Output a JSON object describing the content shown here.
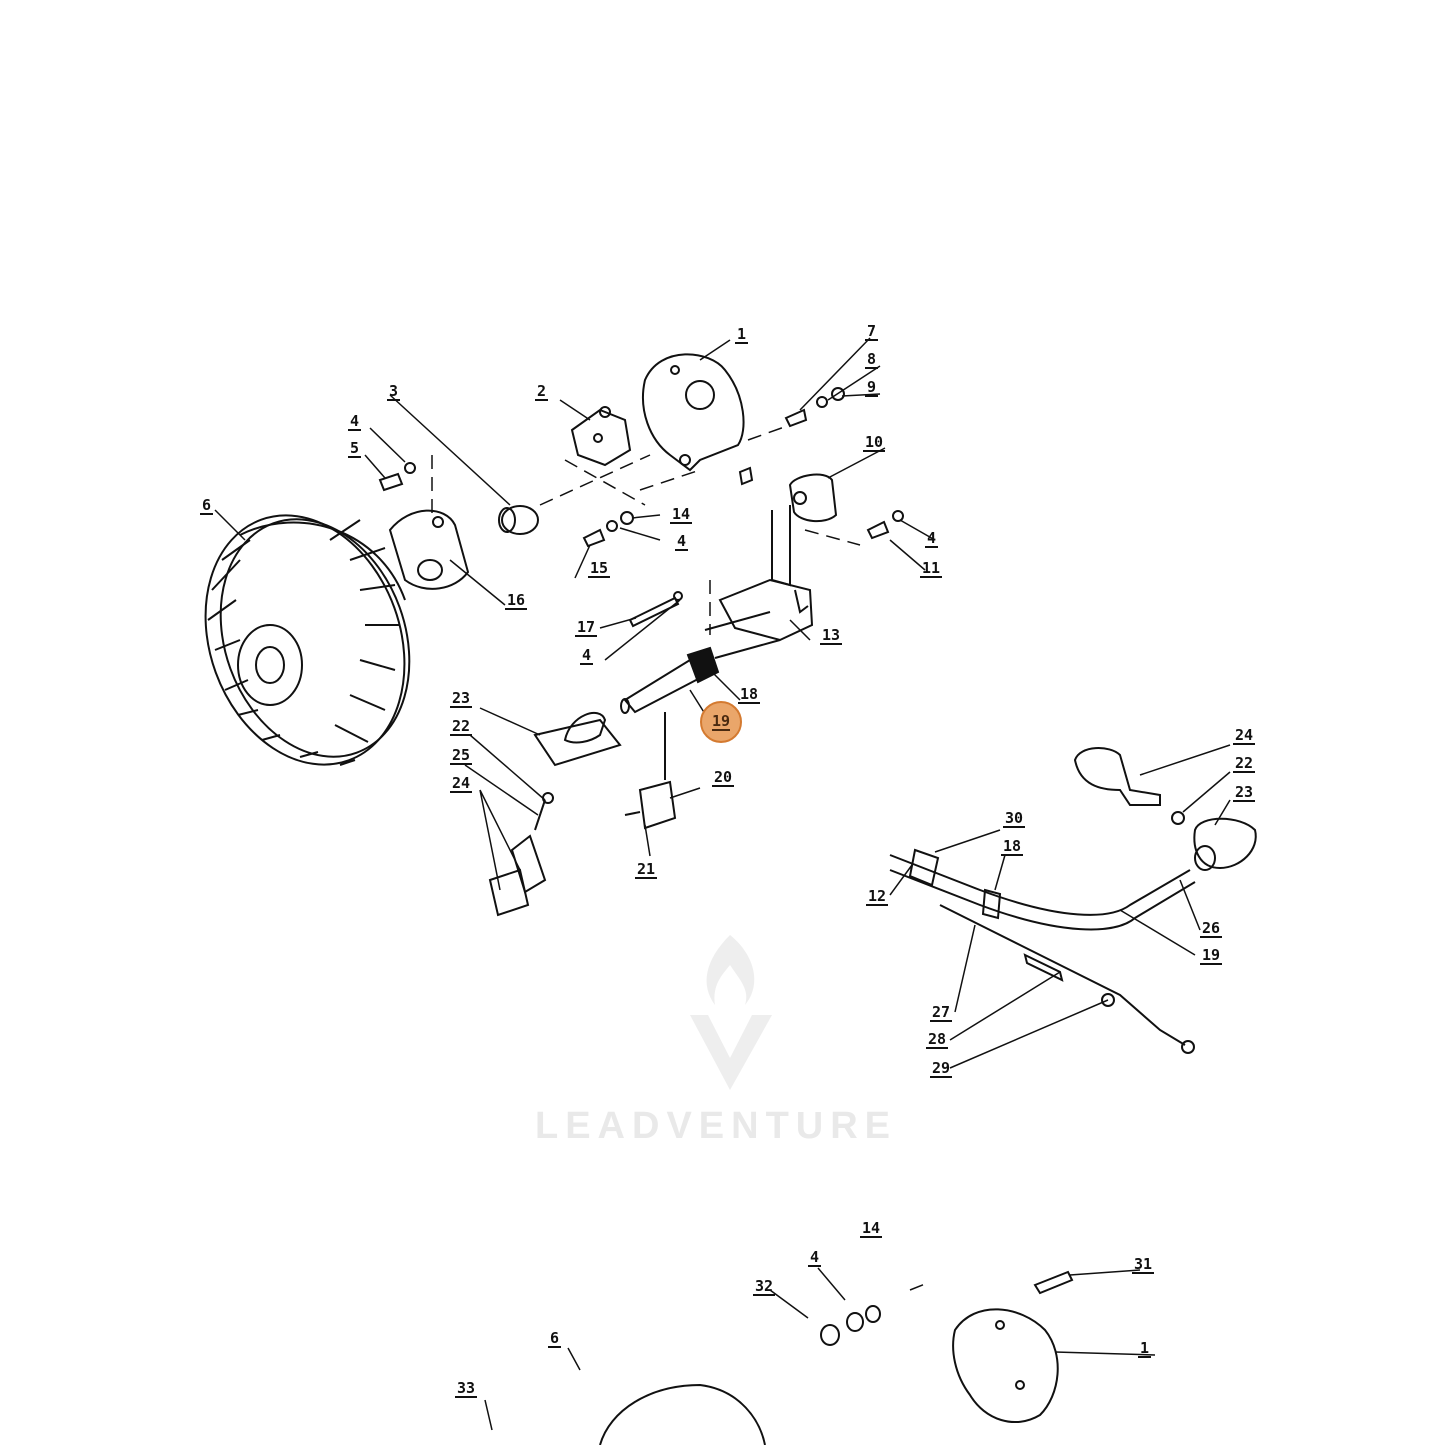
{
  "diagram": {
    "highlighted_part": "19",
    "watermark_text": "LEADVENTURE",
    "callouts": [
      {
        "id": "c1",
        "label": "1"
      },
      {
        "id": "c2",
        "label": "2"
      },
      {
        "id": "c3",
        "label": "3"
      },
      {
        "id": "c4a",
        "label": "4"
      },
      {
        "id": "c5",
        "label": "5"
      },
      {
        "id": "c6",
        "label": "6"
      },
      {
        "id": "c7",
        "label": "7"
      },
      {
        "id": "c8",
        "label": "8"
      },
      {
        "id": "c9",
        "label": "9"
      },
      {
        "id": "c10",
        "label": "10"
      },
      {
        "id": "c14a",
        "label": "14"
      },
      {
        "id": "c4b",
        "label": "4"
      },
      {
        "id": "c4c",
        "label": "4"
      },
      {
        "id": "c15",
        "label": "15"
      },
      {
        "id": "c11",
        "label": "11"
      },
      {
        "id": "c16",
        "label": "16"
      },
      {
        "id": "c17",
        "label": "17"
      },
      {
        "id": "c4d",
        "label": "4"
      },
      {
        "id": "c13",
        "label": "13"
      },
      {
        "id": "c18a",
        "label": "18"
      },
      {
        "id": "c23a",
        "label": "23"
      },
      {
        "id": "c22a",
        "label": "22"
      },
      {
        "id": "c25",
        "label": "25"
      },
      {
        "id": "c24a",
        "label": "24"
      },
      {
        "id": "c20",
        "label": "20"
      },
      {
        "id": "c21",
        "label": "21"
      },
      {
        "id": "c24b",
        "label": "24"
      },
      {
        "id": "c22b",
        "label": "22"
      },
      {
        "id": "c23b",
        "label": "23"
      },
      {
        "id": "c30",
        "label": "30"
      },
      {
        "id": "c18b",
        "label": "18"
      },
      {
        "id": "c12",
        "label": "12"
      },
      {
        "id": "c26",
        "label": "26"
      },
      {
        "id": "c19b",
        "label": "19"
      },
      {
        "id": "c27",
        "label": "27"
      },
      {
        "id": "c28",
        "label": "28"
      },
      {
        "id": "c29",
        "label": "29"
      },
      {
        "id": "c14b",
        "label": "14"
      },
      {
        "id": "c4e",
        "label": "4"
      },
      {
        "id": "c31",
        "label": "31"
      },
      {
        "id": "c32",
        "label": "32"
      },
      {
        "id": "c6b",
        "label": "6"
      },
      {
        "id": "c1b",
        "label": "1"
      },
      {
        "id": "c33",
        "label": "33"
      }
    ]
  }
}
